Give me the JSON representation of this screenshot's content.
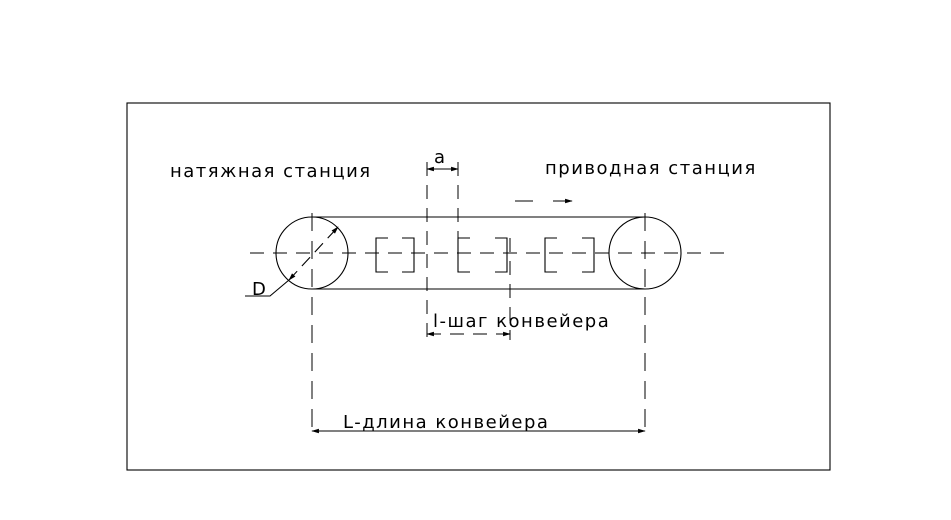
{
  "labels": {
    "tension_station": "натяжная станция",
    "drive_station": "приводная станция",
    "spacing": "a",
    "diameter": "D",
    "pitch": "l-шаг конвейера",
    "length": "L-длина конвейера"
  }
}
